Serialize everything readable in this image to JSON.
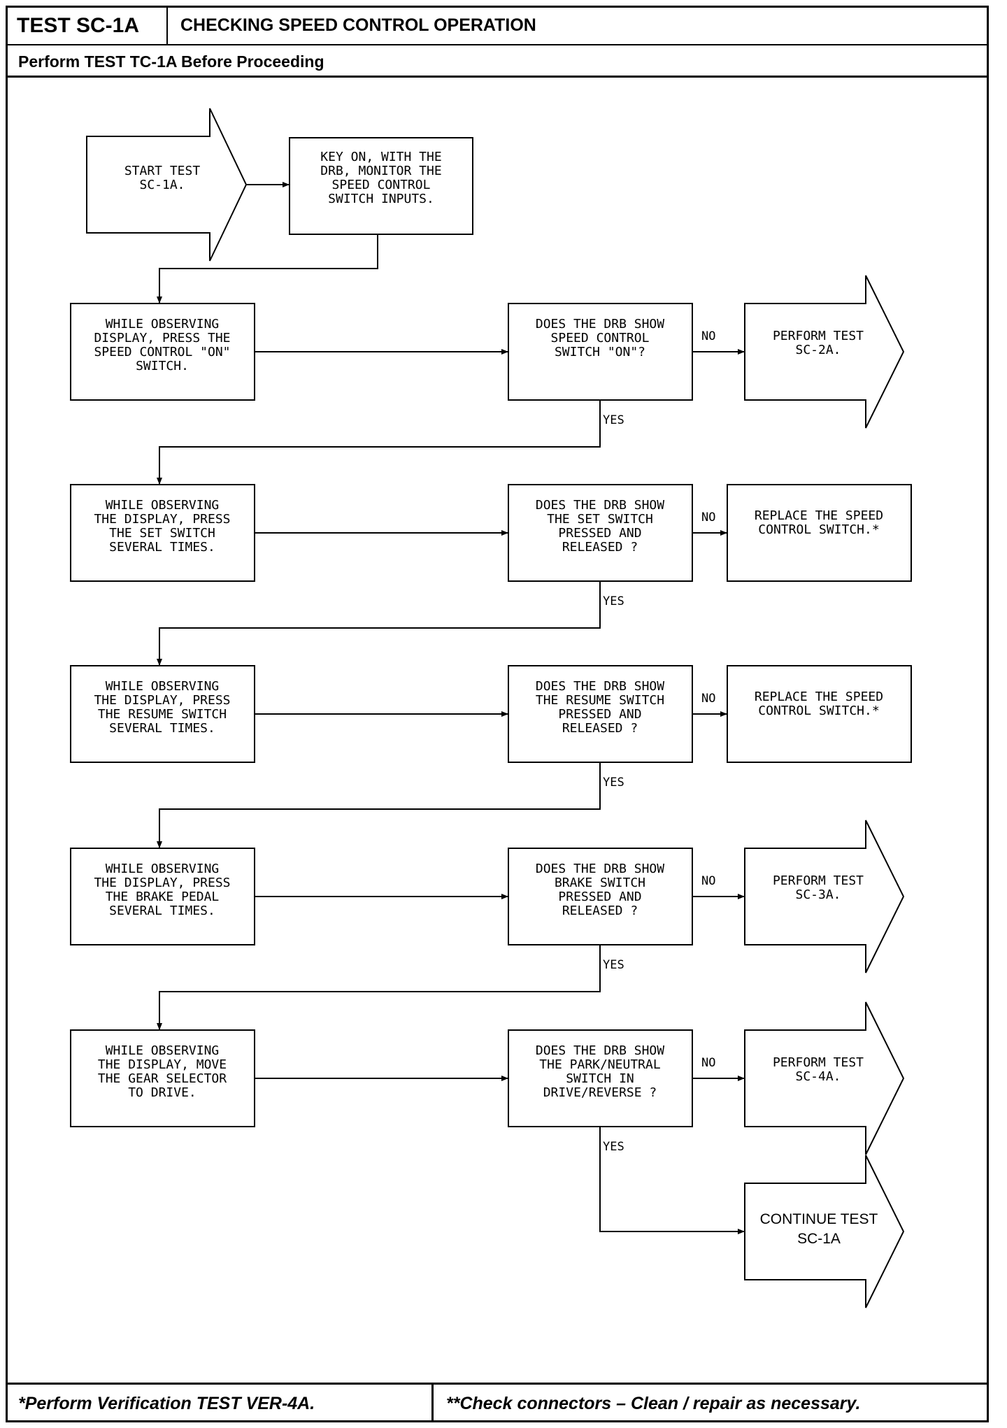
{
  "header": {
    "test_id": "TEST SC-1A",
    "title": "CHECKING SPEED CONTROL OPERATION",
    "prerequisite": "Perform TEST TC-1A Before Proceeding"
  },
  "flowchart": {
    "start": [
      "START TEST",
      "SC-1A."
    ],
    "monitor": [
      "KEY ON, WITH THE",
      "DRB, MONITOR THE",
      "SPEED CONTROL",
      "SWITCH INPUTS."
    ],
    "steps": [
      {
        "action": [
          "WHILE OBSERVING",
          "DISPLAY, PRESS THE",
          "SPEED CONTROL \"ON\"",
          "SWITCH."
        ],
        "question": [
          "DOES THE DRB SHOW",
          "SPEED CONTROL",
          "SWITCH \"ON\"?"
        ],
        "no_label": "NO",
        "no_result": [
          "PERFORM TEST",
          "SC-2A."
        ],
        "yes_label": "YES"
      },
      {
        "action": [
          "WHILE OBSERVING",
          "THE DISPLAY, PRESS",
          "THE SET SWITCH",
          "SEVERAL TIMES."
        ],
        "question": [
          "DOES THE DRB SHOW",
          "THE SET SWITCH",
          "PRESSED AND",
          "RELEASED ?"
        ],
        "no_label": "NO",
        "no_result": [
          "REPLACE THE SPEED",
          "CONTROL SWITCH.*"
        ],
        "yes_label": "YES"
      },
      {
        "action": [
          "WHILE OBSERVING",
          "THE DISPLAY, PRESS",
          "THE RESUME SWITCH",
          "SEVERAL TIMES."
        ],
        "question": [
          "DOES THE DRB SHOW",
          "THE RESUME SWITCH",
          "PRESSED AND",
          "RELEASED ?"
        ],
        "no_label": "NO",
        "no_result": [
          "REPLACE THE SPEED",
          "CONTROL SWITCH.*"
        ],
        "yes_label": "YES"
      },
      {
        "action": [
          "WHILE OBSERVING",
          "THE DISPLAY, PRESS",
          "THE BRAKE PEDAL",
          "SEVERAL TIMES."
        ],
        "question": [
          "DOES THE DRB SHOW",
          "BRAKE SWITCH",
          "PRESSED AND",
          "RELEASED ?"
        ],
        "no_label": "NO",
        "no_result": [
          "PERFORM TEST",
          "SC-3A."
        ],
        "yes_label": "YES"
      },
      {
        "action": [
          "WHILE OBSERVING",
          "THE DISPLAY, MOVE",
          "THE GEAR SELECTOR",
          "TO DRIVE."
        ],
        "question": [
          "DOES THE DRB SHOW",
          "THE PARK/NEUTRAL",
          "SWITCH IN",
          "DRIVE/REVERSE ?"
        ],
        "no_label": "NO",
        "no_result": [
          "PERFORM TEST",
          "SC-4A."
        ],
        "yes_label": "YES"
      }
    ],
    "end": [
      "CONTINUE TEST",
      "SC-1A"
    ]
  },
  "footer": {
    "left_note": "*Perform Verification TEST VER-4A.",
    "right_note": "**Check connectors – Clean / repair as necessary."
  }
}
